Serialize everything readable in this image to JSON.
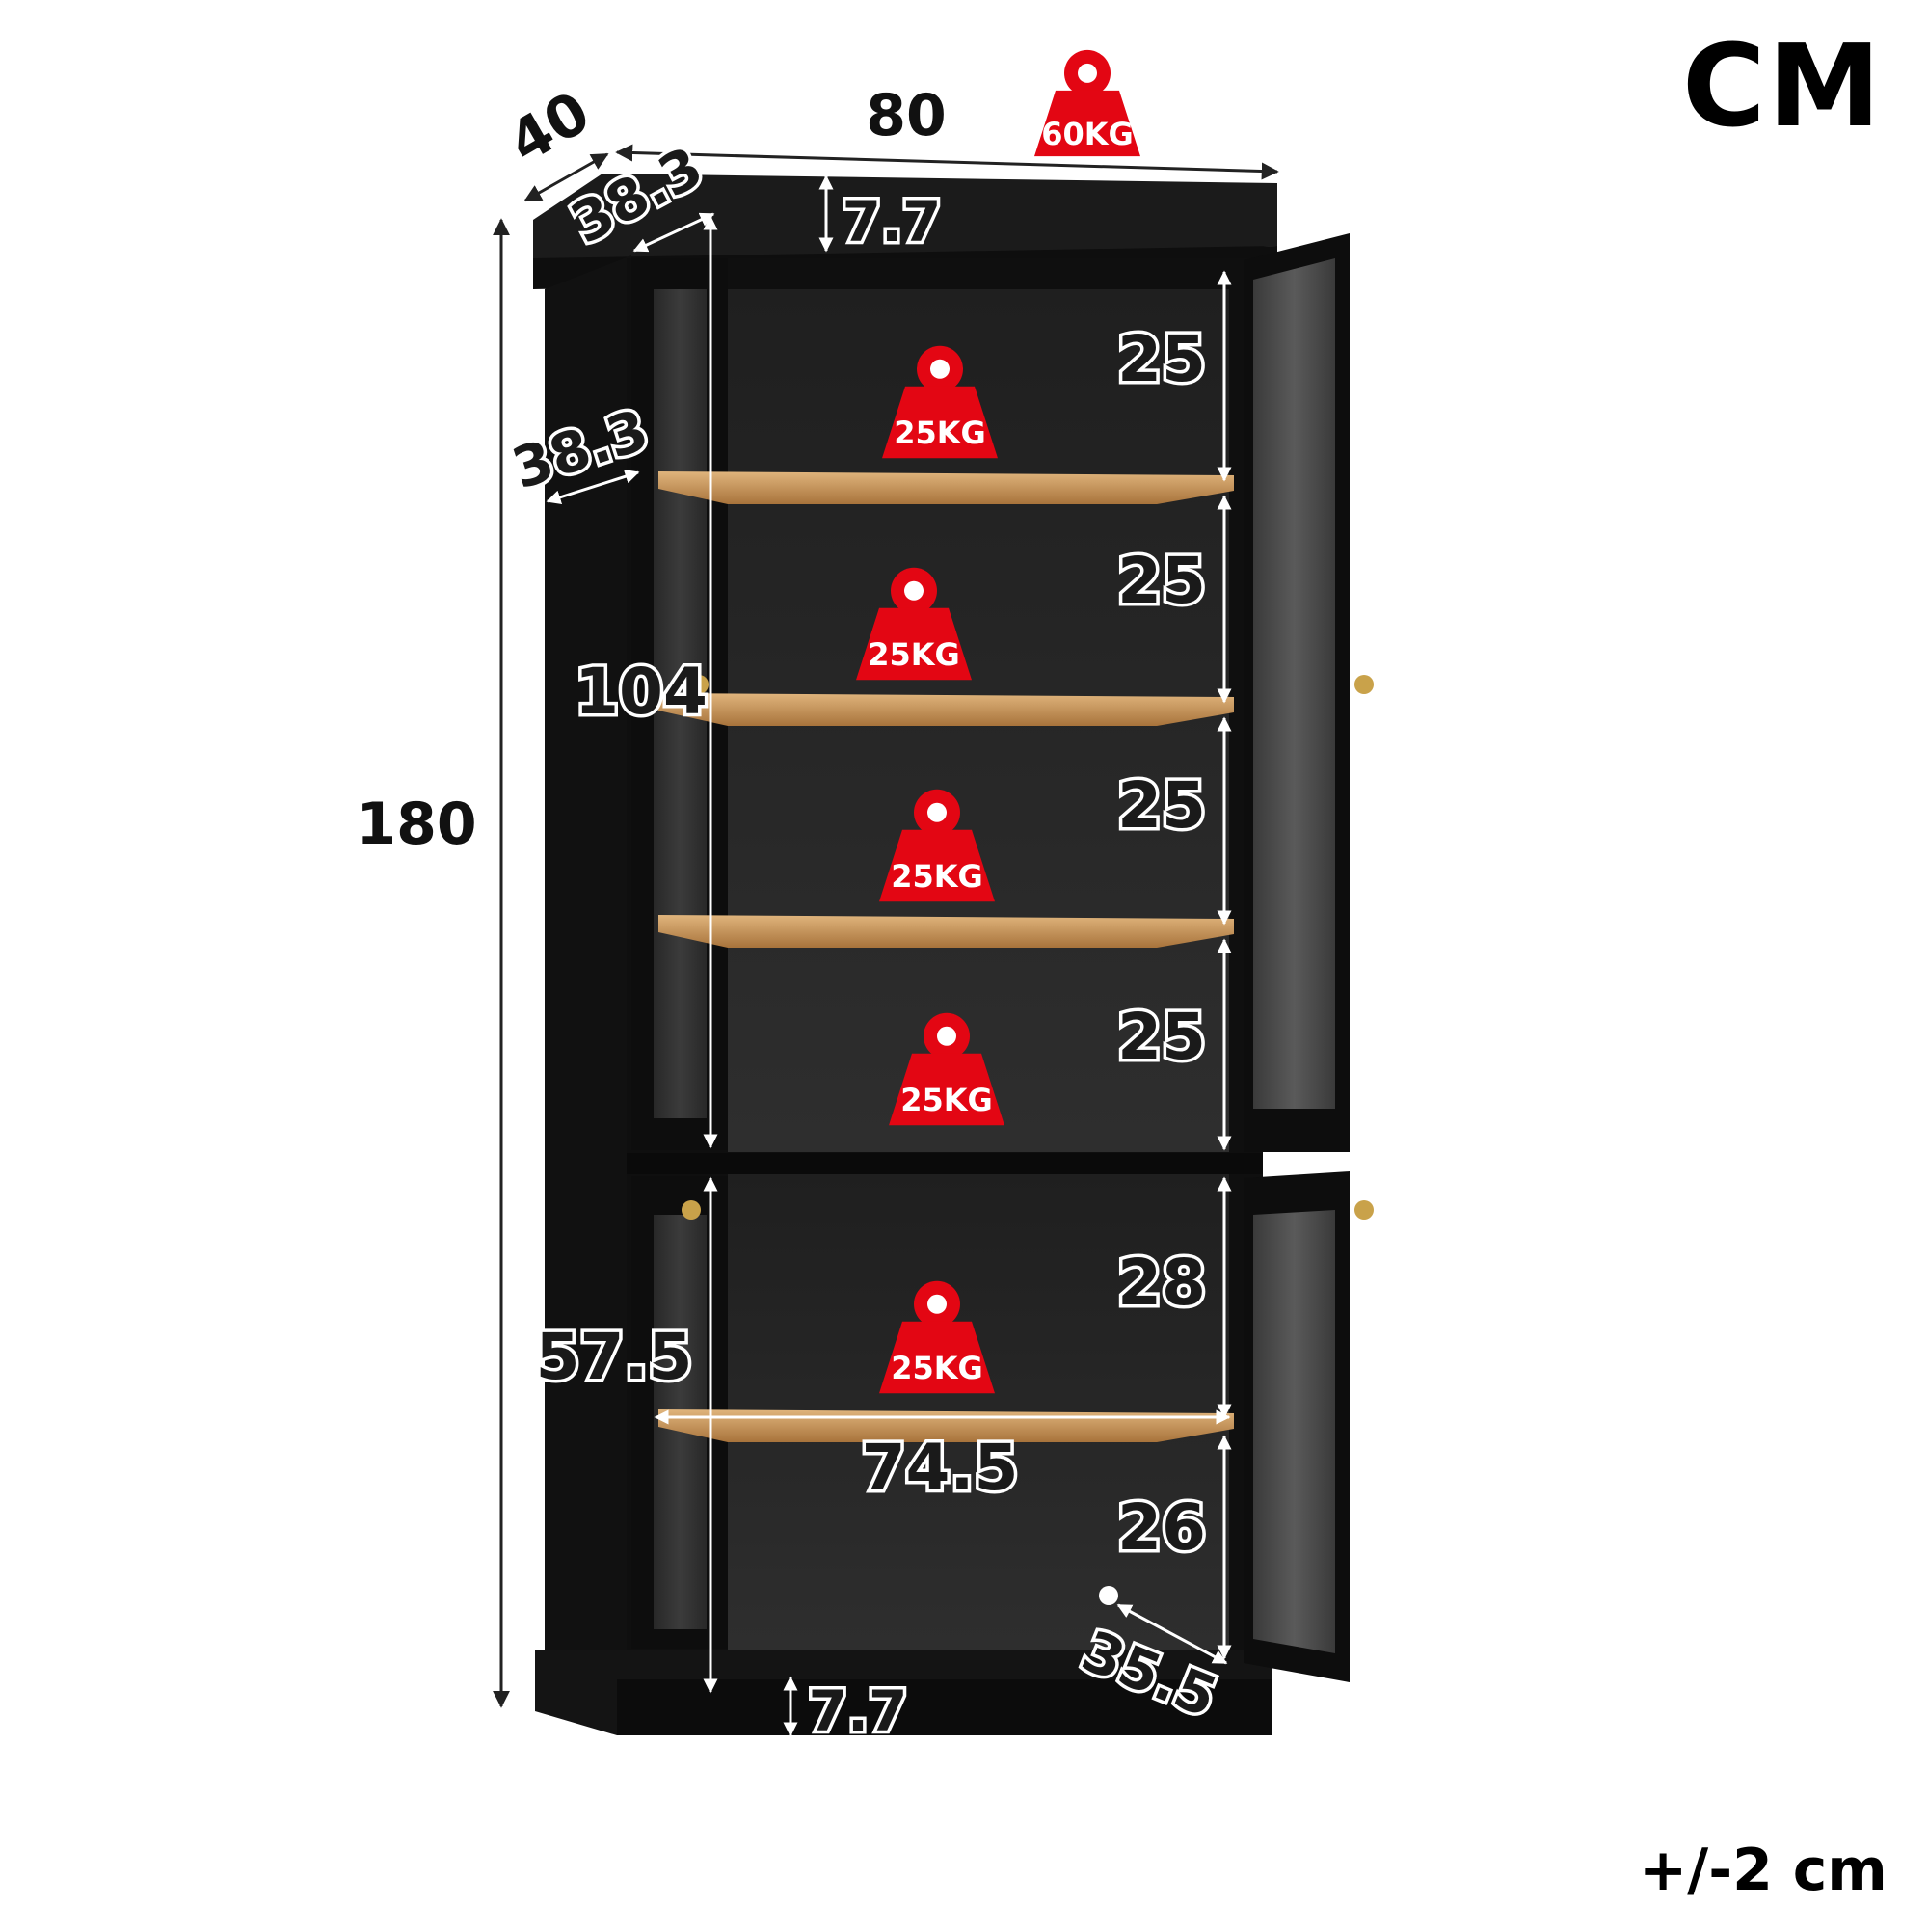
{
  "units": "CM",
  "tolerance": "+/-2 cm",
  "colors": {
    "cabinet": "#121212",
    "interior": "#2a2a2a",
    "shelf": "#c8955a",
    "weight_badge": "#e30613",
    "knob": "#c9a24a"
  },
  "icons": [
    "weight-icon",
    "knob-icon"
  ],
  "dimensions": {
    "overall_width": "80",
    "overall_depth": "40",
    "overall_height": "180",
    "top_inner_depth": "38.3",
    "shelf_depth": "38.3",
    "crown_height": "7.7",
    "base_height": "7.7",
    "upper_height": "104",
    "lower_height": "57.5",
    "inner_width": "74.5",
    "lower_door_depth": "35.5"
  },
  "compartments": [
    "25",
    "25",
    "25",
    "25",
    "28",
    "26"
  ],
  "load_ratings": {
    "top": "60KG",
    "shelves": [
      "25KG",
      "25KG",
      "25KG",
      "25KG",
      "25KG"
    ]
  }
}
